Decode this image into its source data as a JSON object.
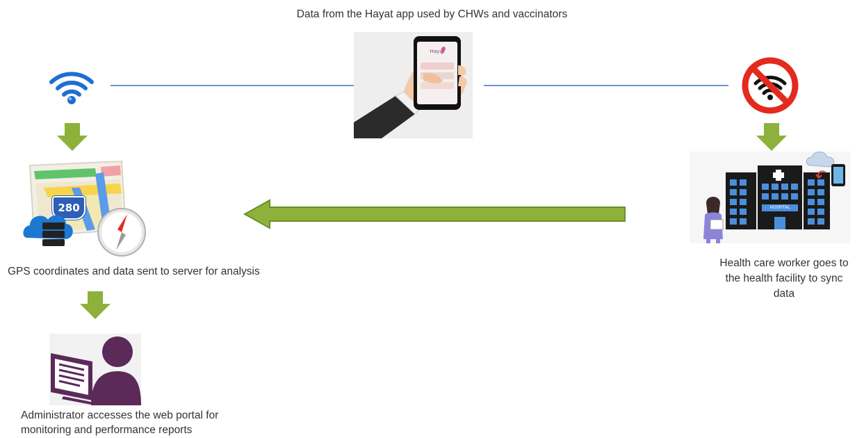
{
  "captions": {
    "app_data": "Data from the Hayat app used by CHWs and vaccinators",
    "gps_server": "GPS coordinates and data sent to server for analysis",
    "sync_line1": "Health care worker goes to",
    "sync_line2": "the health facility to sync",
    "sync_line3": "data",
    "admin_line1": "Administrator accesses the web portal for",
    "admin_line2": "monitoring and performance reports"
  },
  "graphics": {
    "map_shield_number": "280",
    "hospital_sign": "HOSPITAL"
  },
  "icons": {
    "online": "wifi-icon",
    "offline": "no-wifi-icon",
    "phone": "hand-holding-phone-icon",
    "server": "map-server-icon",
    "facility": "hospital-icon",
    "admin": "admin-computer-icon"
  },
  "colors": {
    "arrow_fill": "#8db13a",
    "arrow_outline": "#6b8f2a",
    "connector_line": "#6f95d1",
    "prohibition_red": "#e42a1e",
    "wifi_blue": "#1f6fd1",
    "admin_purple": "#5b2a59"
  }
}
